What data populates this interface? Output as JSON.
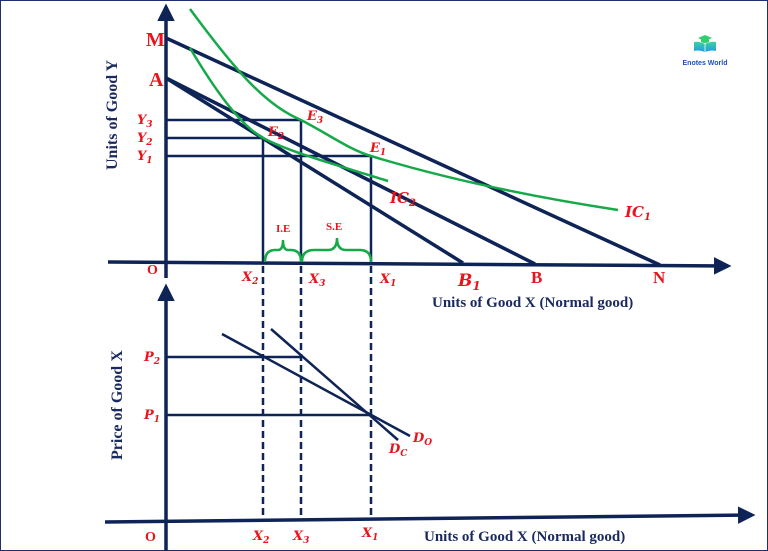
{
  "logo": {
    "text": "Enotes World",
    "icon": "open-book-graduation-cap-icon"
  },
  "colors": {
    "axis": "#0f2456",
    "budget_line": "#0f2456",
    "indifference_curve": "#16a94a",
    "label_red": "#e8141b",
    "axis_title": "#1a2a5e",
    "brace": "#16a94a"
  },
  "top_panel": {
    "y_axis_title": "Units of Good Y",
    "x_axis_title": "Units of Good X (Normal good)",
    "origin": "O",
    "y_intercepts": {
      "M": "M",
      "A": "A"
    },
    "y_levels": {
      "y3": "Y",
      "y3_sub": "3",
      "y2": "Y",
      "y2_sub": "2",
      "y1": "Y",
      "y1_sub": "1"
    },
    "x_levels": {
      "x2": "X",
      "x2_sub": "2",
      "x3": "X",
      "x3_sub": "3",
      "x1": "X",
      "x1_sub": "1"
    },
    "x_intercepts": {
      "b1": "B",
      "b1_sub": "1",
      "b": "B",
      "n": "N"
    },
    "equilibria": {
      "e1": "E",
      "e1_sub": "1",
      "e2": "E",
      "e2_sub": "2",
      "e3": "E",
      "e3_sub": "3"
    },
    "curves": {
      "ic1": "IC",
      "ic1_sub": "1",
      "ic2": "IC",
      "ic2_sub": "2"
    },
    "effects": {
      "income_effect": "I.E",
      "substitution_effect": "S.E"
    }
  },
  "bottom_panel": {
    "y_axis_title": "Price of Good X",
    "x_axis_title": "Units of Good X (Normal good)",
    "origin": "O",
    "prices": {
      "p2": "P",
      "p2_sub": "2",
      "p1": "P",
      "p1_sub": "1"
    },
    "x_levels": {
      "x2": "X",
      "x2_sub": "2",
      "x3": "X",
      "x3_sub": "3",
      "x1": "X",
      "x1_sub": "1"
    },
    "demand_curves": {
      "do": "D",
      "do_sub": "O",
      "dc": "D",
      "dc_sub": "C"
    }
  }
}
